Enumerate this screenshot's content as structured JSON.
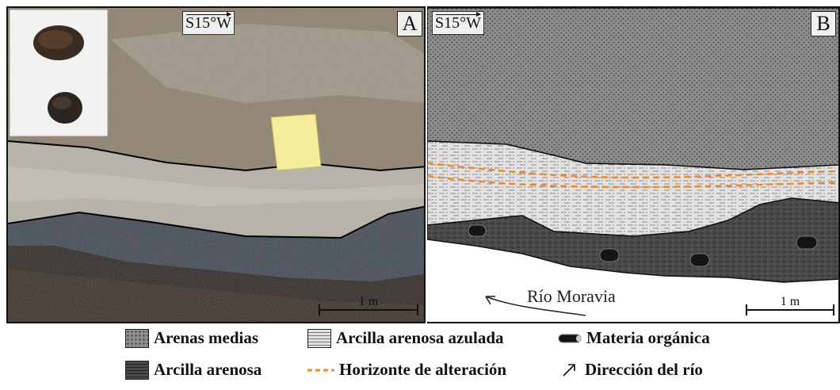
{
  "panel_a": {
    "label": "A",
    "direction": "S15°W",
    "scale": "1 m"
  },
  "panel_b": {
    "label": "B",
    "direction": "S15°W",
    "scale": "1 m",
    "river_label": "Río Moravia"
  },
  "legend": {
    "items": [
      {
        "label": "Arenas medias",
        "icon": "sand-pattern-swatch"
      },
      {
        "label": "Arcilla arenosa azulada",
        "icon": "blue-clay-pattern-swatch"
      },
      {
        "label": "Materia orgánica",
        "icon": "organic-matter-log-icon"
      },
      {
        "label": "Arcilla arenosa",
        "icon": "sandy-clay-pattern-swatch"
      },
      {
        "label": "Horizonte de alteración",
        "icon": "orange-dash-line"
      },
      {
        "label": "Dirección del río",
        "icon": "arrow-icon"
      }
    ]
  },
  "colors": {
    "sand": "#8c8c8c",
    "blue_clay": "#e2e2e2",
    "sandy_clay": "#4a4a4a",
    "alteration": "#f08a24"
  }
}
